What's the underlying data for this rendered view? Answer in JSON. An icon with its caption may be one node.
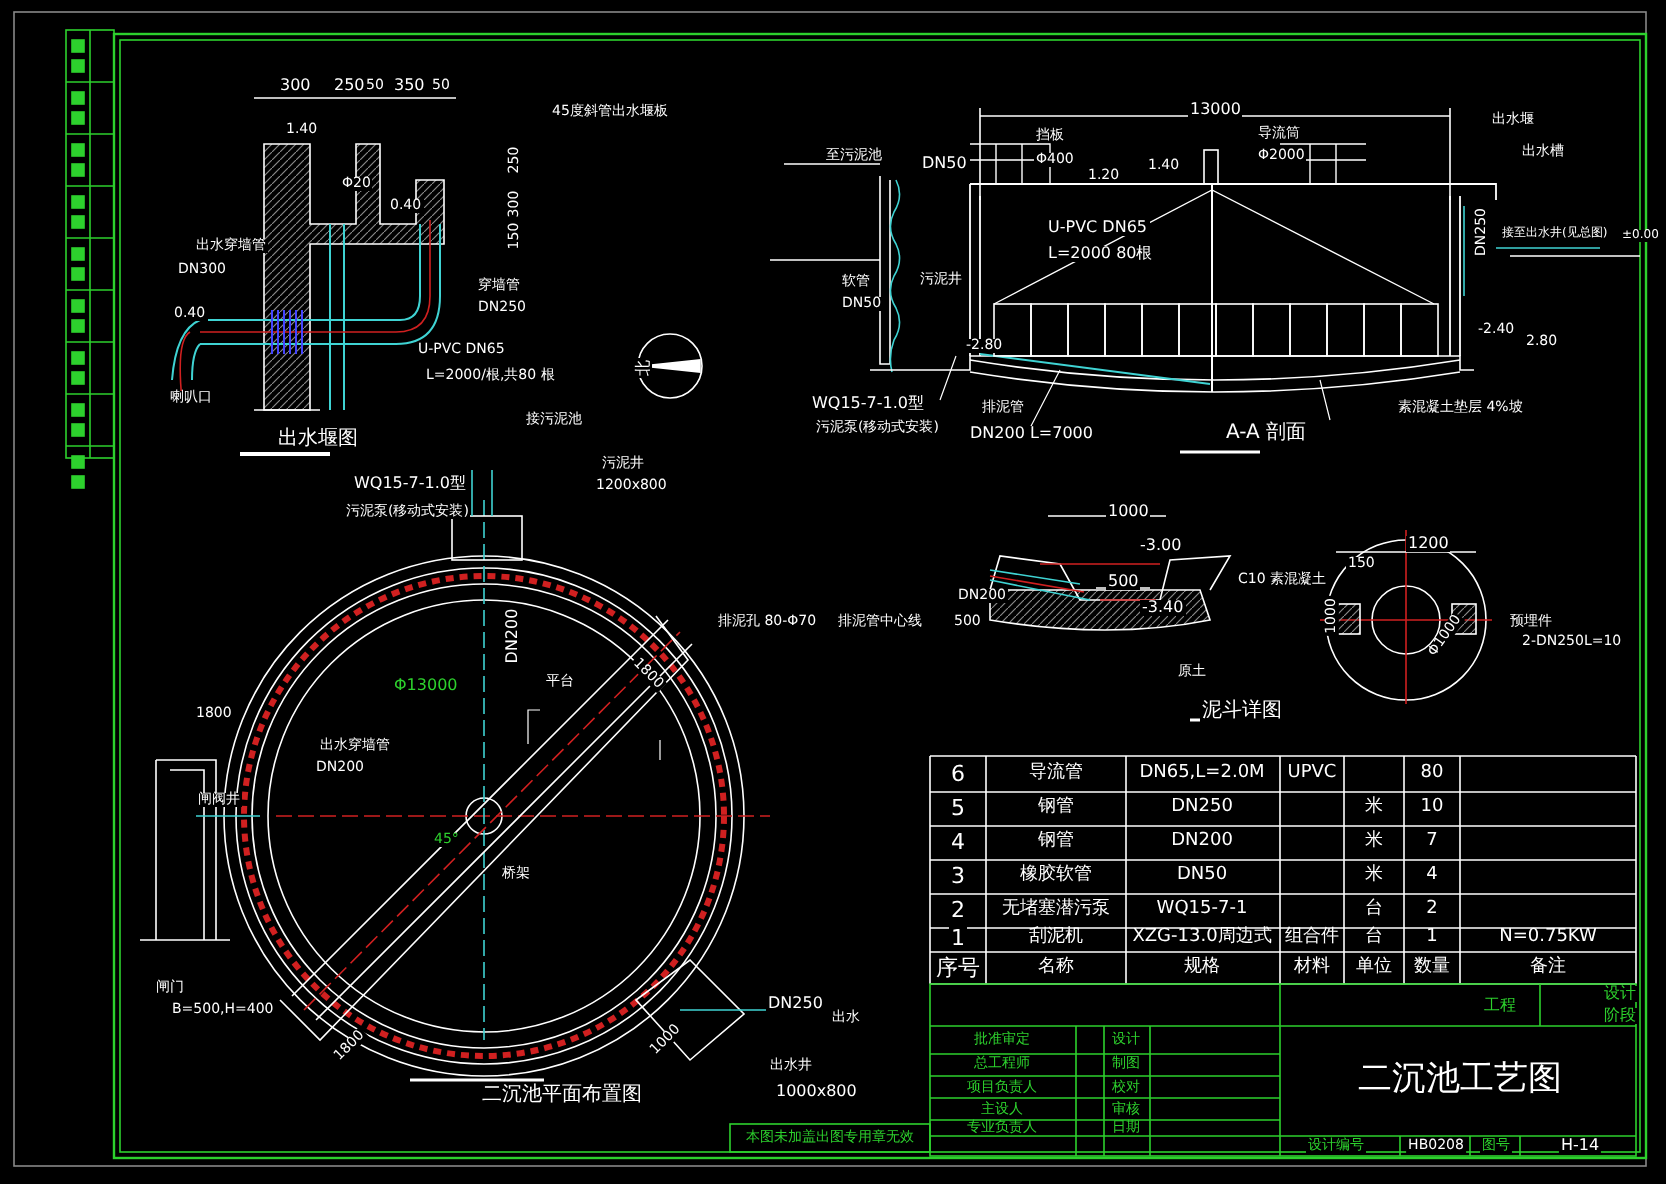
{
  "diagram": {
    "title": "二沉池工艺图",
    "labels": [
      "300",
      "250",
      "50",
      "350",
      "50",
      "45度斜管出水堰板",
      "1.40",
      "Φ20",
      "0.40",
      "250",
      "300",
      "150",
      "出水穿墙管",
      "DN300",
      "穿墙管",
      "DN250",
      "0.40",
      "U-PVC DN65",
      "L=2000/根,共80 根",
      "喇叭口",
      "出水堰图",
      "北",
      "13000",
      "至污泥池",
      "DN50",
      "挡板",
      "Φ400",
      "1.20",
      "1.40",
      "导流筒",
      "Φ2000",
      "U-PVC DN65",
      "L=2000 80根",
      "软管",
      "污泥井",
      "DN50",
      "-2.80",
      "WQ15-7-1.0型",
      "污泥泵(移动式安装)",
      "排泥管",
      "DN200 L=7000",
      "A-A 剖面",
      "素混凝土垫层 4%坡",
      "-2.40",
      "2.80",
      "出水堰",
      "出水槽",
      "DN250",
      "接至出水井(见总图)",
      "±0.00",
      "WQ15-7-1.0型",
      "污泥泵(移动式安装)",
      "接污泥池",
      "污泥井",
      "1200x800",
      "DN200",
      "Φ13000",
      "平台",
      "1800",
      "排泥孔 80-Φ70",
      "排泥管中心线",
      "1800",
      "出水穿墙管",
      "DN200",
      "闸阀井",
      "45°",
      "桥架",
      "闸门",
      "B=500,H=400",
      "1800",
      "DN250",
      "出水",
      "1000",
      "出水井",
      "1000x800",
      "二沉池平面布置图",
      "1000",
      "-3.00",
      "500",
      "-3.40",
      "DN200",
      "500",
      "C10 素混凝土",
      "原土",
      "泥斗详图",
      "1200",
      "150",
      "1000",
      "Φ1000",
      "预埋件",
      "2-DN250L=10",
      "6",
      "导流管",
      "DN65,L=2.0M",
      "UPVC",
      "80",
      "5",
      "钢管",
      "DN250",
      "米",
      "10",
      "4",
      "钢管",
      "DN200",
      "米",
      "7",
      "3",
      "橡胶软管",
      "DN50",
      "米",
      "4",
      "2",
      "无堵塞潜污泵",
      "WQ15-7-1",
      "台",
      "2",
      "1",
      "刮泥机",
      "XZG-13.0周边式",
      "组合件",
      "台",
      "1",
      "N=0.75KW",
      "序号",
      "名称",
      "规格",
      "材料",
      "单位",
      "数量",
      "备注",
      "工程",
      "设计",
      "阶段",
      "批准审定",
      "设计",
      "总工程师",
      "制图",
      "项目负责人",
      "校对",
      "主设人",
      "审核",
      "专业负责人",
      "日期",
      "设计编号",
      "HB0208",
      "图号",
      "H-14",
      "本图未加盖出图专用章无效"
    ]
  }
}
